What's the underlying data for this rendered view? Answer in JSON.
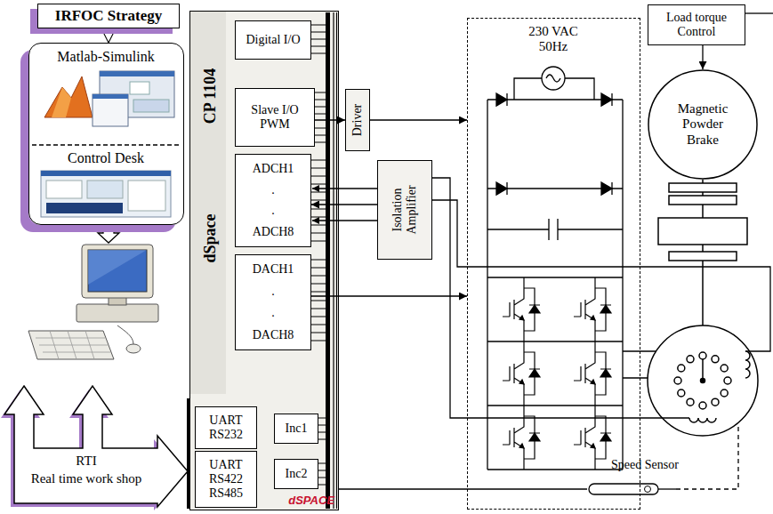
{
  "diagram": {
    "nodes": [
      {
        "text": [
          "IRFOC Strategy"
        ]
      },
      {
        "text": [
          "Matlab-Simulink",
          "Control Desk"
        ]
      },
      {
        "text": [
          "RTI",
          "Real time work shop"
        ]
      },
      {
        "text": [
          "CP 1104",
          "dSpace",
          "dSPACE"
        ]
      },
      {
        "text": [
          "Digital I/O"
        ],
        "in": 3
      },
      {
        "text": [
          "Slave I/O PWM"
        ],
        "in": 3
      },
      {
        "text": [
          "ADCH1",
          ".",
          ".",
          "ADCH8"
        ],
        "in": 3
      },
      {
        "text": [
          "DACH1",
          ".",
          ".",
          "DACH8"
        ],
        "in": 3
      },
      {
        "text": [
          "UART RS232"
        ],
        "in": 3
      },
      {
        "text": [
          "Inc1"
        ],
        "in": 3
      },
      {
        "text": [
          "UART RS422 RS485"
        ],
        "in": 3
      },
      {
        "text": [
          "Inc2"
        ],
        "in": 3
      },
      {
        "text": [
          "Driver"
        ]
      },
      {
        "text": [
          "Isolation Amplifier"
        ]
      },
      {
        "text": [
          "230 VAC 50Hz"
        ]
      },
      {
        "text": [
          "Load torque Control"
        ]
      },
      {
        "text": [
          "Magnetic Powder Brake"
        ]
      },
      {
        "text": [
          "Speed Sensor"
        ]
      }
    ],
    "edges": [
      {
        "from": 0,
        "to": 1,
        "arrow": "to"
      },
      {
        "from": 5,
        "to": 12,
        "arrow": "to"
      },
      {
        "from": 12,
        "to": 14,
        "arrow": "to"
      },
      {
        "from": 13,
        "to": 6,
        "arrow": "to"
      },
      {
        "from": 7,
        "to": 14,
        "arrow": "to"
      },
      {
        "from": 15,
        "to": 16,
        "arrow": "to"
      },
      {
        "from": 17,
        "to": 3,
        "arrow": "none"
      }
    ]
  }
}
